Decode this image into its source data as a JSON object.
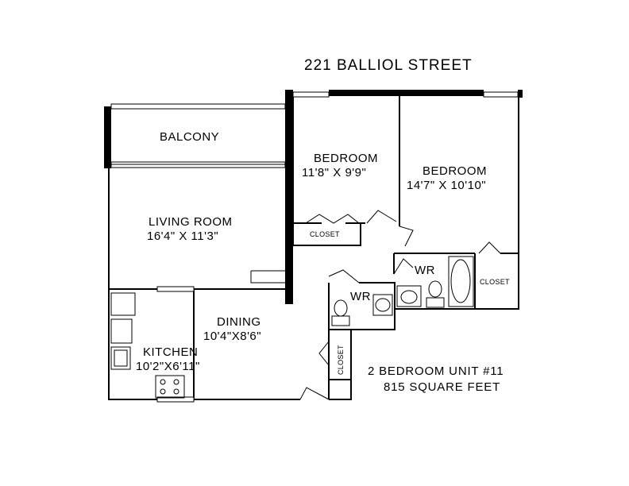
{
  "title": "221 BALLIOL STREET",
  "unit_info": {
    "line1": "2 BEDROOM UNIT #11",
    "line2": "815 SQUARE FEET"
  },
  "rooms": {
    "balcony": {
      "name": "BALCONY"
    },
    "living": {
      "name": "LIVING ROOM",
      "size": "16'4\" X 11'3\""
    },
    "dining": {
      "name": "DINING",
      "size": "10'4\"X8'6\""
    },
    "kitchen": {
      "name": "KITCHEN",
      "size": "10'2\"X6'11\""
    },
    "bedroom1": {
      "name": "BEDROOM",
      "size": "11'8\" X 9'9\""
    },
    "bedroom2": {
      "name": "BEDROOM",
      "size": "14'7\" X 10'10\""
    },
    "closet_bed1": {
      "name": "CLOSET"
    },
    "closet_bed2": {
      "name": "CLOSET"
    },
    "closet_hall": {
      "name": "CLOSET"
    },
    "wr1": {
      "name": "WR"
    },
    "wr2": {
      "name": "WR"
    }
  }
}
